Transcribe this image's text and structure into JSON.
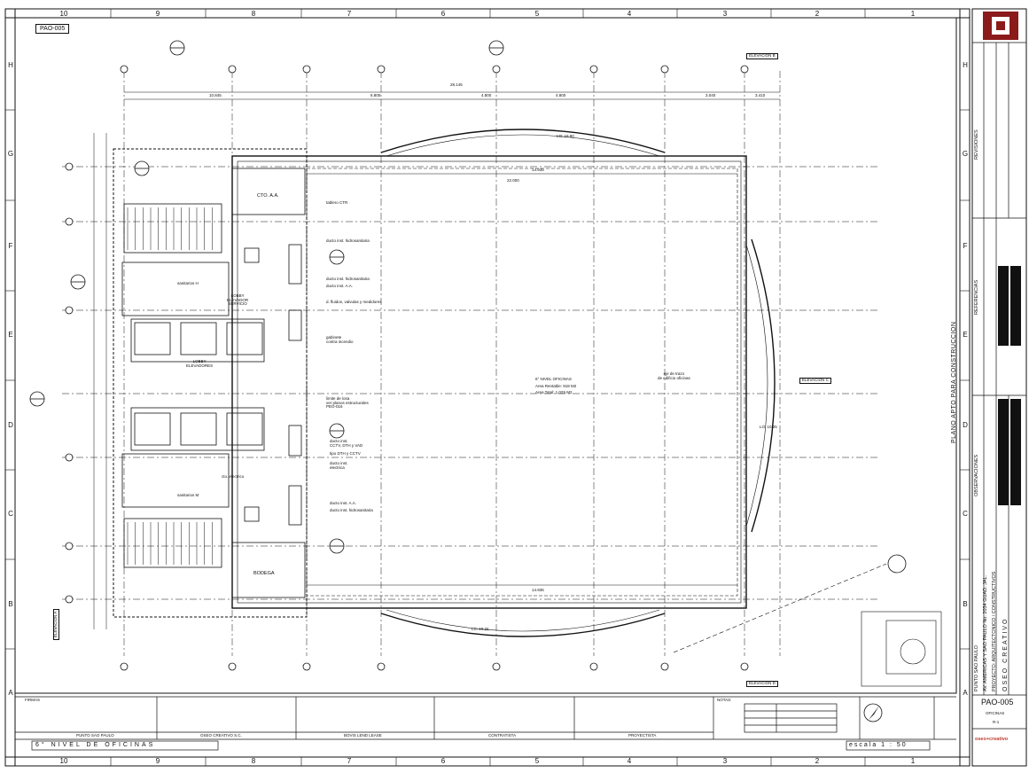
{
  "sheet": {
    "code": "PAO-005",
    "status_vertical": "PLANO APTO PARA CONSTRUCCION",
    "drawing_title": "6° NIVEL DE OFICINAS",
    "scale": "escala 1 : 50",
    "sheet_number": "PAO-005",
    "revision": "R-1"
  },
  "grid": {
    "columns": [
      "10",
      "9",
      "8",
      "7",
      "6",
      "5",
      "4",
      "3",
      "2",
      "1"
    ],
    "rows": [
      "H",
      "G",
      "F",
      "E",
      "D",
      "C",
      "B",
      "A"
    ]
  },
  "plan": {
    "elev_top": "ELEVACION B",
    "elev_bottom": "ELEVACION D",
    "elev_left": "ELEVACION A",
    "elev_right": "ELEVACION C",
    "rooms": [
      {
        "id": "cto-aa",
        "label": "CTO. A.A."
      },
      {
        "id": "sanitarios-h",
        "label": "sanitarios H"
      },
      {
        "id": "lobby",
        "label": "LOBBY\nELEVADOR\nSERVICIO"
      },
      {
        "id": "lobby-elev",
        "label": "LOBBY\nELEVADORES"
      },
      {
        "id": "oficinas",
        "label": "6° NIVEL OFICINAS"
      },
      {
        "id": "area-rentable",
        "label": "Area Rentable: 918 M2"
      },
      {
        "id": "area-total",
        "label": "Area Total: 1,025 M2"
      },
      {
        "id": "eje",
        "label": "eje de trazo\nde edificio oficinas"
      },
      {
        "id": "cto-electrico",
        "label": "cto. electrico"
      },
      {
        "id": "sanitarios-m",
        "label": "sanitarios M"
      },
      {
        "id": "bodega",
        "label": "BODEGA"
      }
    ],
    "notes": [
      {
        "id": "n1",
        "label": "tablero CTR"
      },
      {
        "id": "n2",
        "label": "ducto inst. hidrosanitaria"
      },
      {
        "id": "n3",
        "label": "ducto inst. hidrosanitaria"
      },
      {
        "id": "n4",
        "label": "ducto inst. A.A."
      },
      {
        "id": "n5",
        "label": "d. fluidos, valvulas y medidores"
      },
      {
        "id": "n6",
        "label": "gabinete\ncontra incendio"
      },
      {
        "id": "n7",
        "label": "limite de losa\nver planos estructurales\nPEO-016"
      },
      {
        "id": "n8",
        "label": "ducto inst.\nCCTV, DTH y VAD"
      },
      {
        "id": "n9",
        "label": "tipo DTH y CCTV"
      },
      {
        "id": "n10",
        "label": "ducto inst.\nelectrica"
      },
      {
        "id": "n11",
        "label": "ducto inst. A.A."
      },
      {
        "id": "n12",
        "label": "ducto inst. hidrosanitaria"
      }
    ],
    "dims_top": [
      "28.145",
      "10.845",
      "6.800",
      "4.800",
      "4.800",
      "3.040",
      "3.410"
    ],
    "dims_misc": [
      "22.000",
      "14.935",
      "14.935",
      "LO: 18.80",
      "LO: 10.25",
      "LC: 10.25"
    ]
  },
  "title_block": {
    "firmas_label": "FIRMAS",
    "notas_label": "NOTAS:",
    "signatures": [
      "PUNTO SAO PAULO",
      "OSEO CREATIVO S.C.",
      "BOVIS LEND LEASE",
      "CONTRATISTA",
      "PROYECTISTA"
    ],
    "revisiones_label": "REVISIONES",
    "referencias_label": "REFERENCIAS",
    "observaciones_label": "OBSERVACIONES",
    "project_lines": [
      "PUNTO SAO PAULO",
      "AV. AMERICAS Y SAO PAULO No. 2034 GUAD. JAL.",
      "PROYECTO: ARQUITECTONICO / CONSTRUCTIVOS",
      "OSEO CREATIVO"
    ],
    "brand": "oseo+creativo",
    "oficinas_label": "OFICINAS"
  },
  "colors": {
    "line": "#111111",
    "brand_accent": "#c0392b",
    "logo_bg": "#8b1a1a"
  }
}
